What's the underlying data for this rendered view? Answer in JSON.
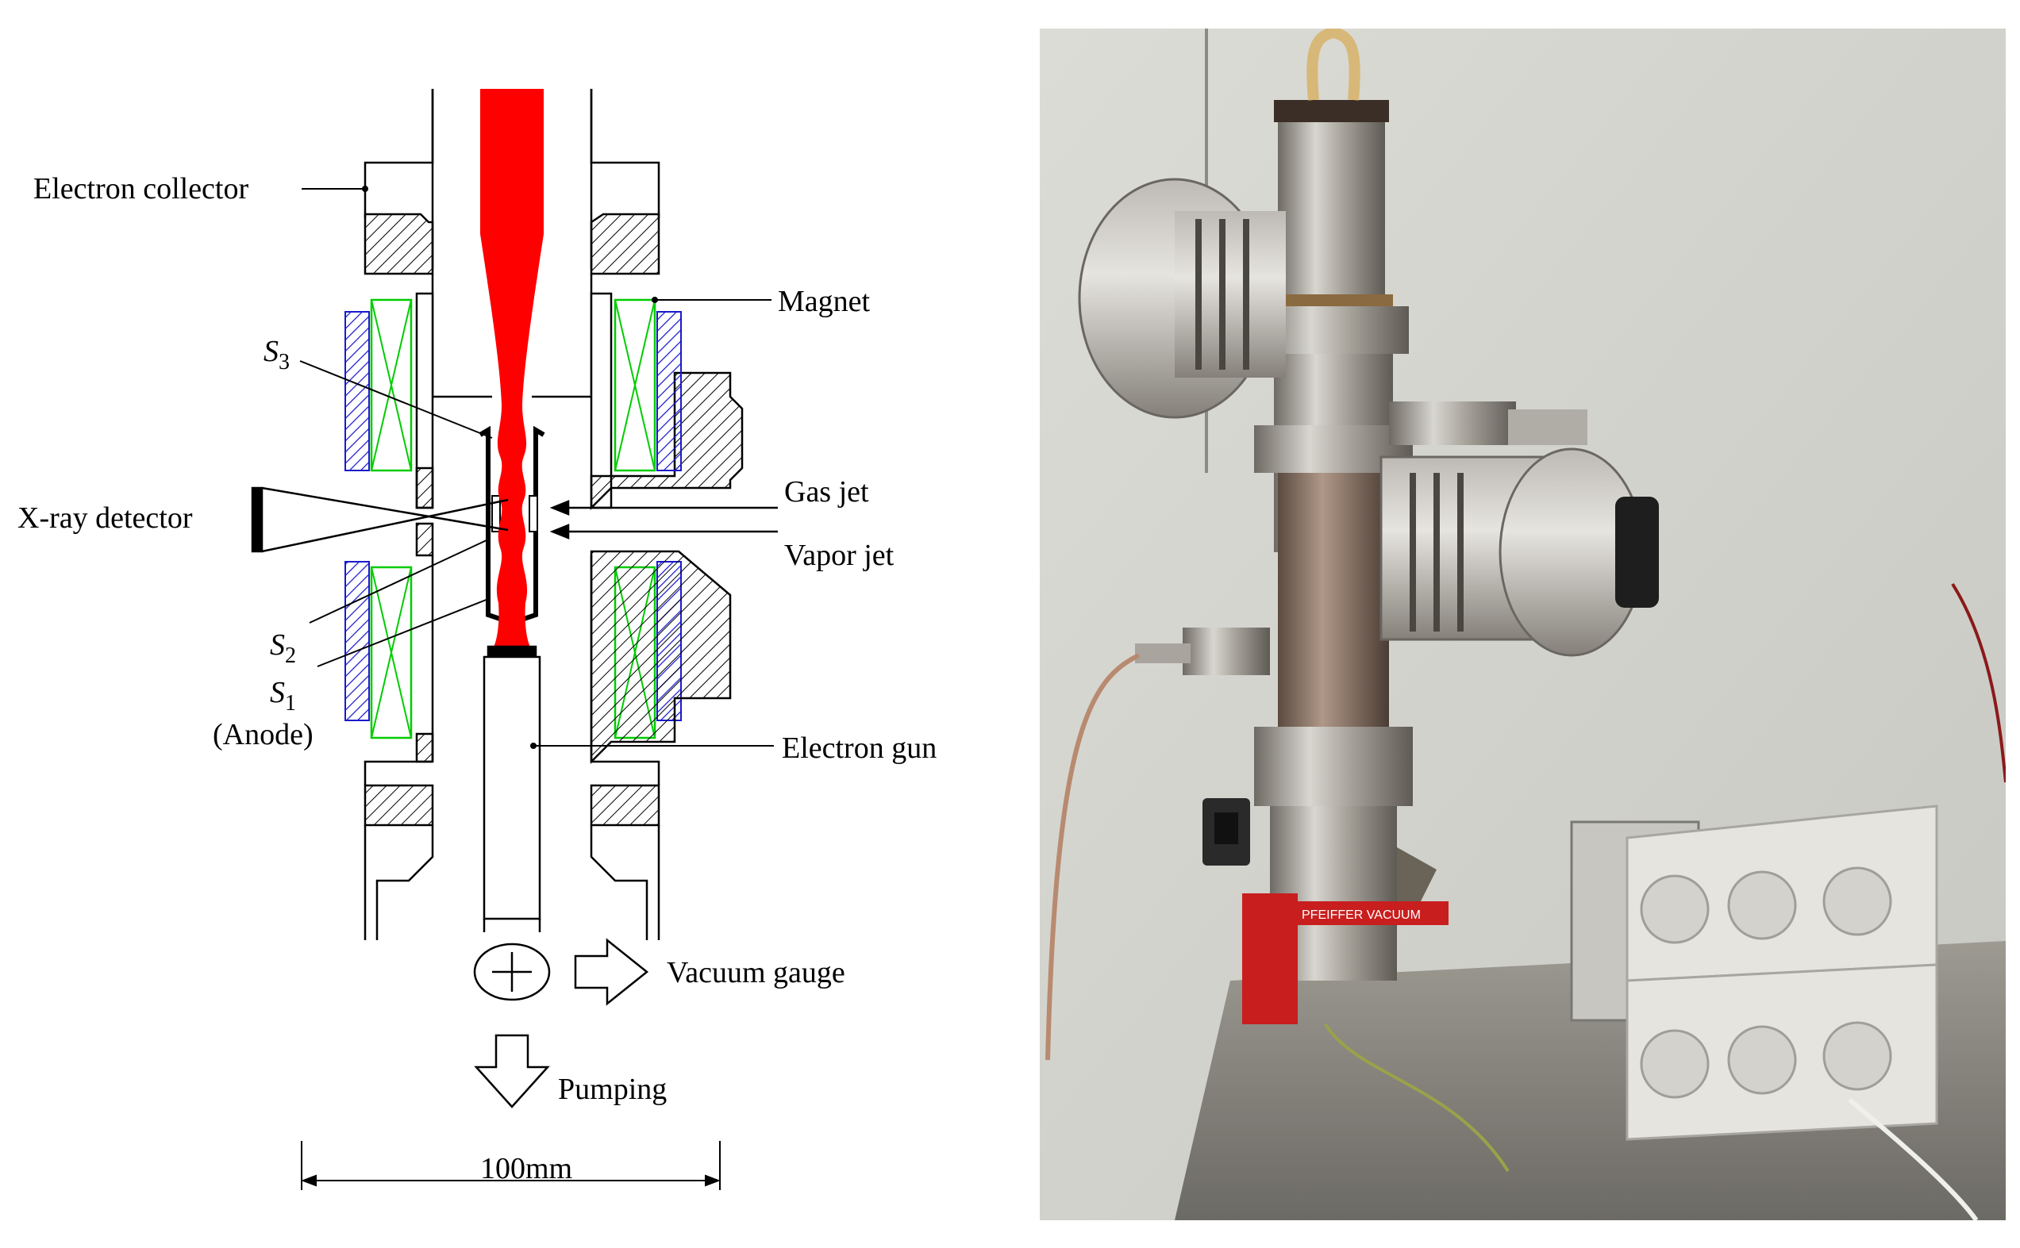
{
  "diagram": {
    "labels": {
      "electron_collector": "Electron collector",
      "magnet": "Magnet",
      "s3": "S3",
      "xray_detector": "X-ray detector",
      "gas_jet": "Gas jet",
      "vapor_jet": "Vapor jet",
      "s2": "S2",
      "s1": "S1",
      "anode": "(Anode)",
      "electron_gun": "Electron gun",
      "vacuum_gauge": "Vacuum gauge",
      "pumping": "Pumping",
      "scale": "100mm"
    },
    "colors": {
      "beam": "#ff0000",
      "magnet_coil": "#00cc00",
      "yoke_hatch": "#1a1acc",
      "line": "#000000"
    }
  },
  "photo": {
    "device_brand_label": "PFEIFFER VACUUM"
  }
}
